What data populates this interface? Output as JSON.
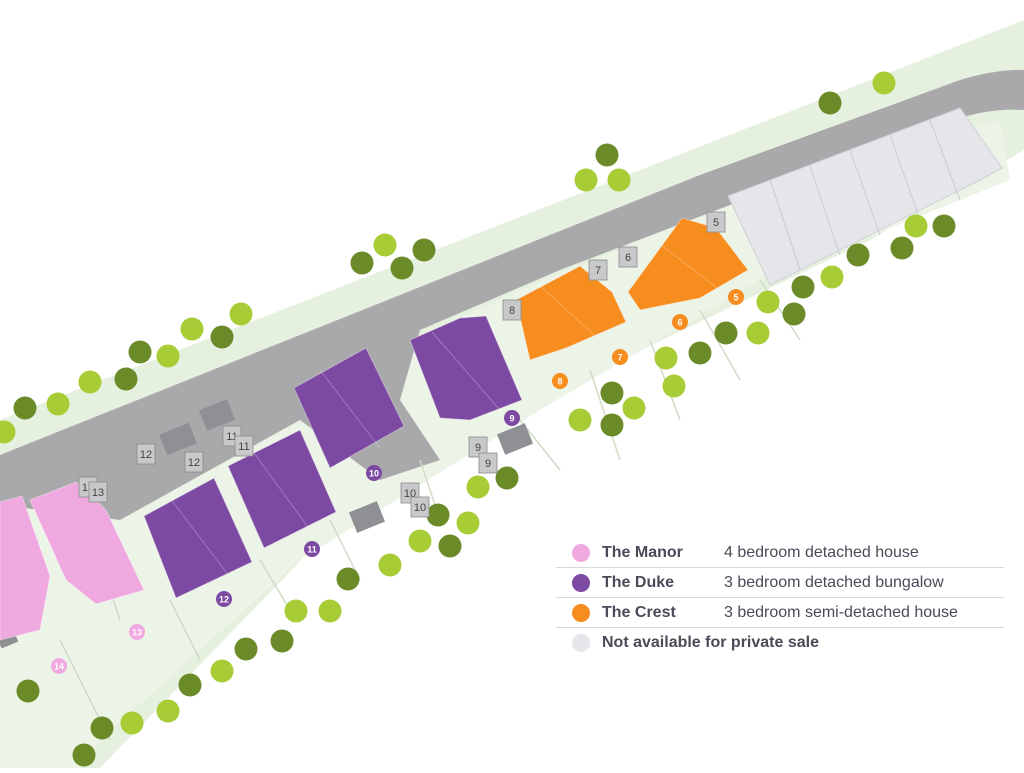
{
  "colors": {
    "green_verge": "#e6f0df",
    "road": "#a9a9ab",
    "road_edge": "#8f8f92",
    "plot": "#ecf3e7",
    "plot_line": "#cfdcc6",
    "tree_light": "#a8cc35",
    "tree_dark": "#6b8a28",
    "garage": "#8f9093",
    "parking_label": "#c9c9cb",
    "manor": "#f0a8e0",
    "duke": "#7c4aa3",
    "crest": "#f78d1f",
    "unavailable": "#e6e6ea"
  },
  "legend": [
    {
      "name": "The Manor",
      "description": "4 bedroom detached house",
      "color": "#f0a8e0"
    },
    {
      "name": "The Duke",
      "description": "3 bedroom detached bungalow",
      "color": "#7c4aa3"
    },
    {
      "name": "The Crest",
      "description": "3 bedroom semi-detached house",
      "color": "#f78d1f"
    },
    {
      "name": "Not available for private sale",
      "description": "",
      "color": "#e6e6ea"
    }
  ],
  "plots": [
    {
      "number": "5",
      "type": "crest"
    },
    {
      "number": "6",
      "type": "crest"
    },
    {
      "number": "7",
      "type": "crest"
    },
    {
      "number": "8",
      "type": "crest"
    },
    {
      "number": "9",
      "type": "duke"
    },
    {
      "number": "10",
      "type": "duke"
    },
    {
      "number": "11",
      "type": "duke"
    },
    {
      "number": "12",
      "type": "duke"
    },
    {
      "number": "13",
      "type": "manor"
    },
    {
      "number": "14",
      "type": "manor"
    }
  ],
  "parking_labels": [
    "5",
    "6",
    "7",
    "8",
    "9",
    "9",
    "10",
    "10",
    "11",
    "11",
    "12",
    "12",
    "13",
    "13"
  ]
}
